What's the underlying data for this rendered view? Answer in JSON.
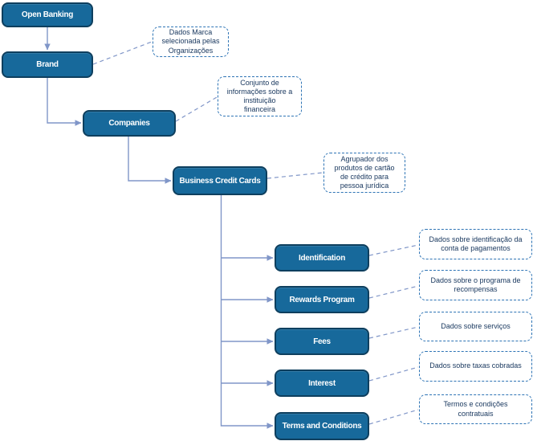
{
  "colors": {
    "background": "#FFFFFF",
    "node_fill": "#17699B",
    "node_border": "#0E3F5E",
    "node_text": "#FFFFFF",
    "connector": "#8096C8",
    "note_border": "#2E74B5",
    "note_text": "#17365D"
  },
  "nodes": {
    "open_banking": {
      "label": "Open Banking"
    },
    "brand": {
      "label": "Brand",
      "note": "Dados Marca\nselecionada pelas\nOrganizações"
    },
    "companies": {
      "label": "Companies",
      "note": "Conjunto de\ninformações sobre a\ninstituição\nfinanceira"
    },
    "business_credit_cards": {
      "label": "Business Credit Cards",
      "note": "Agrupador dos\nprodutos de cartão\nde crédito para\npessoa jurídica"
    },
    "identification": {
      "label": "Identification",
      "note": "Dados sobre identificação da\nconta de pagamentos"
    },
    "rewards_program": {
      "label": "Rewards Program",
      "note": "Dados sobre o programa de\nrecompensas"
    },
    "fees": {
      "label": "Fees",
      "note": "Dados sobre serviços"
    },
    "interest": {
      "label": "Interest",
      "note": "Dados sobre taxas cobradas"
    },
    "terms_and_conditions": {
      "label": "Terms and Conditions",
      "note": "Termos e condições\ncontratuais"
    }
  },
  "edges": [
    [
      "open_banking",
      "brand"
    ],
    [
      "brand",
      "companies"
    ],
    [
      "companies",
      "business_credit_cards"
    ],
    [
      "business_credit_cards",
      "identification"
    ],
    [
      "business_credit_cards",
      "rewards_program"
    ],
    [
      "business_credit_cards",
      "fees"
    ],
    [
      "business_credit_cards",
      "interest"
    ],
    [
      "business_credit_cards",
      "terms_and_conditions"
    ]
  ]
}
